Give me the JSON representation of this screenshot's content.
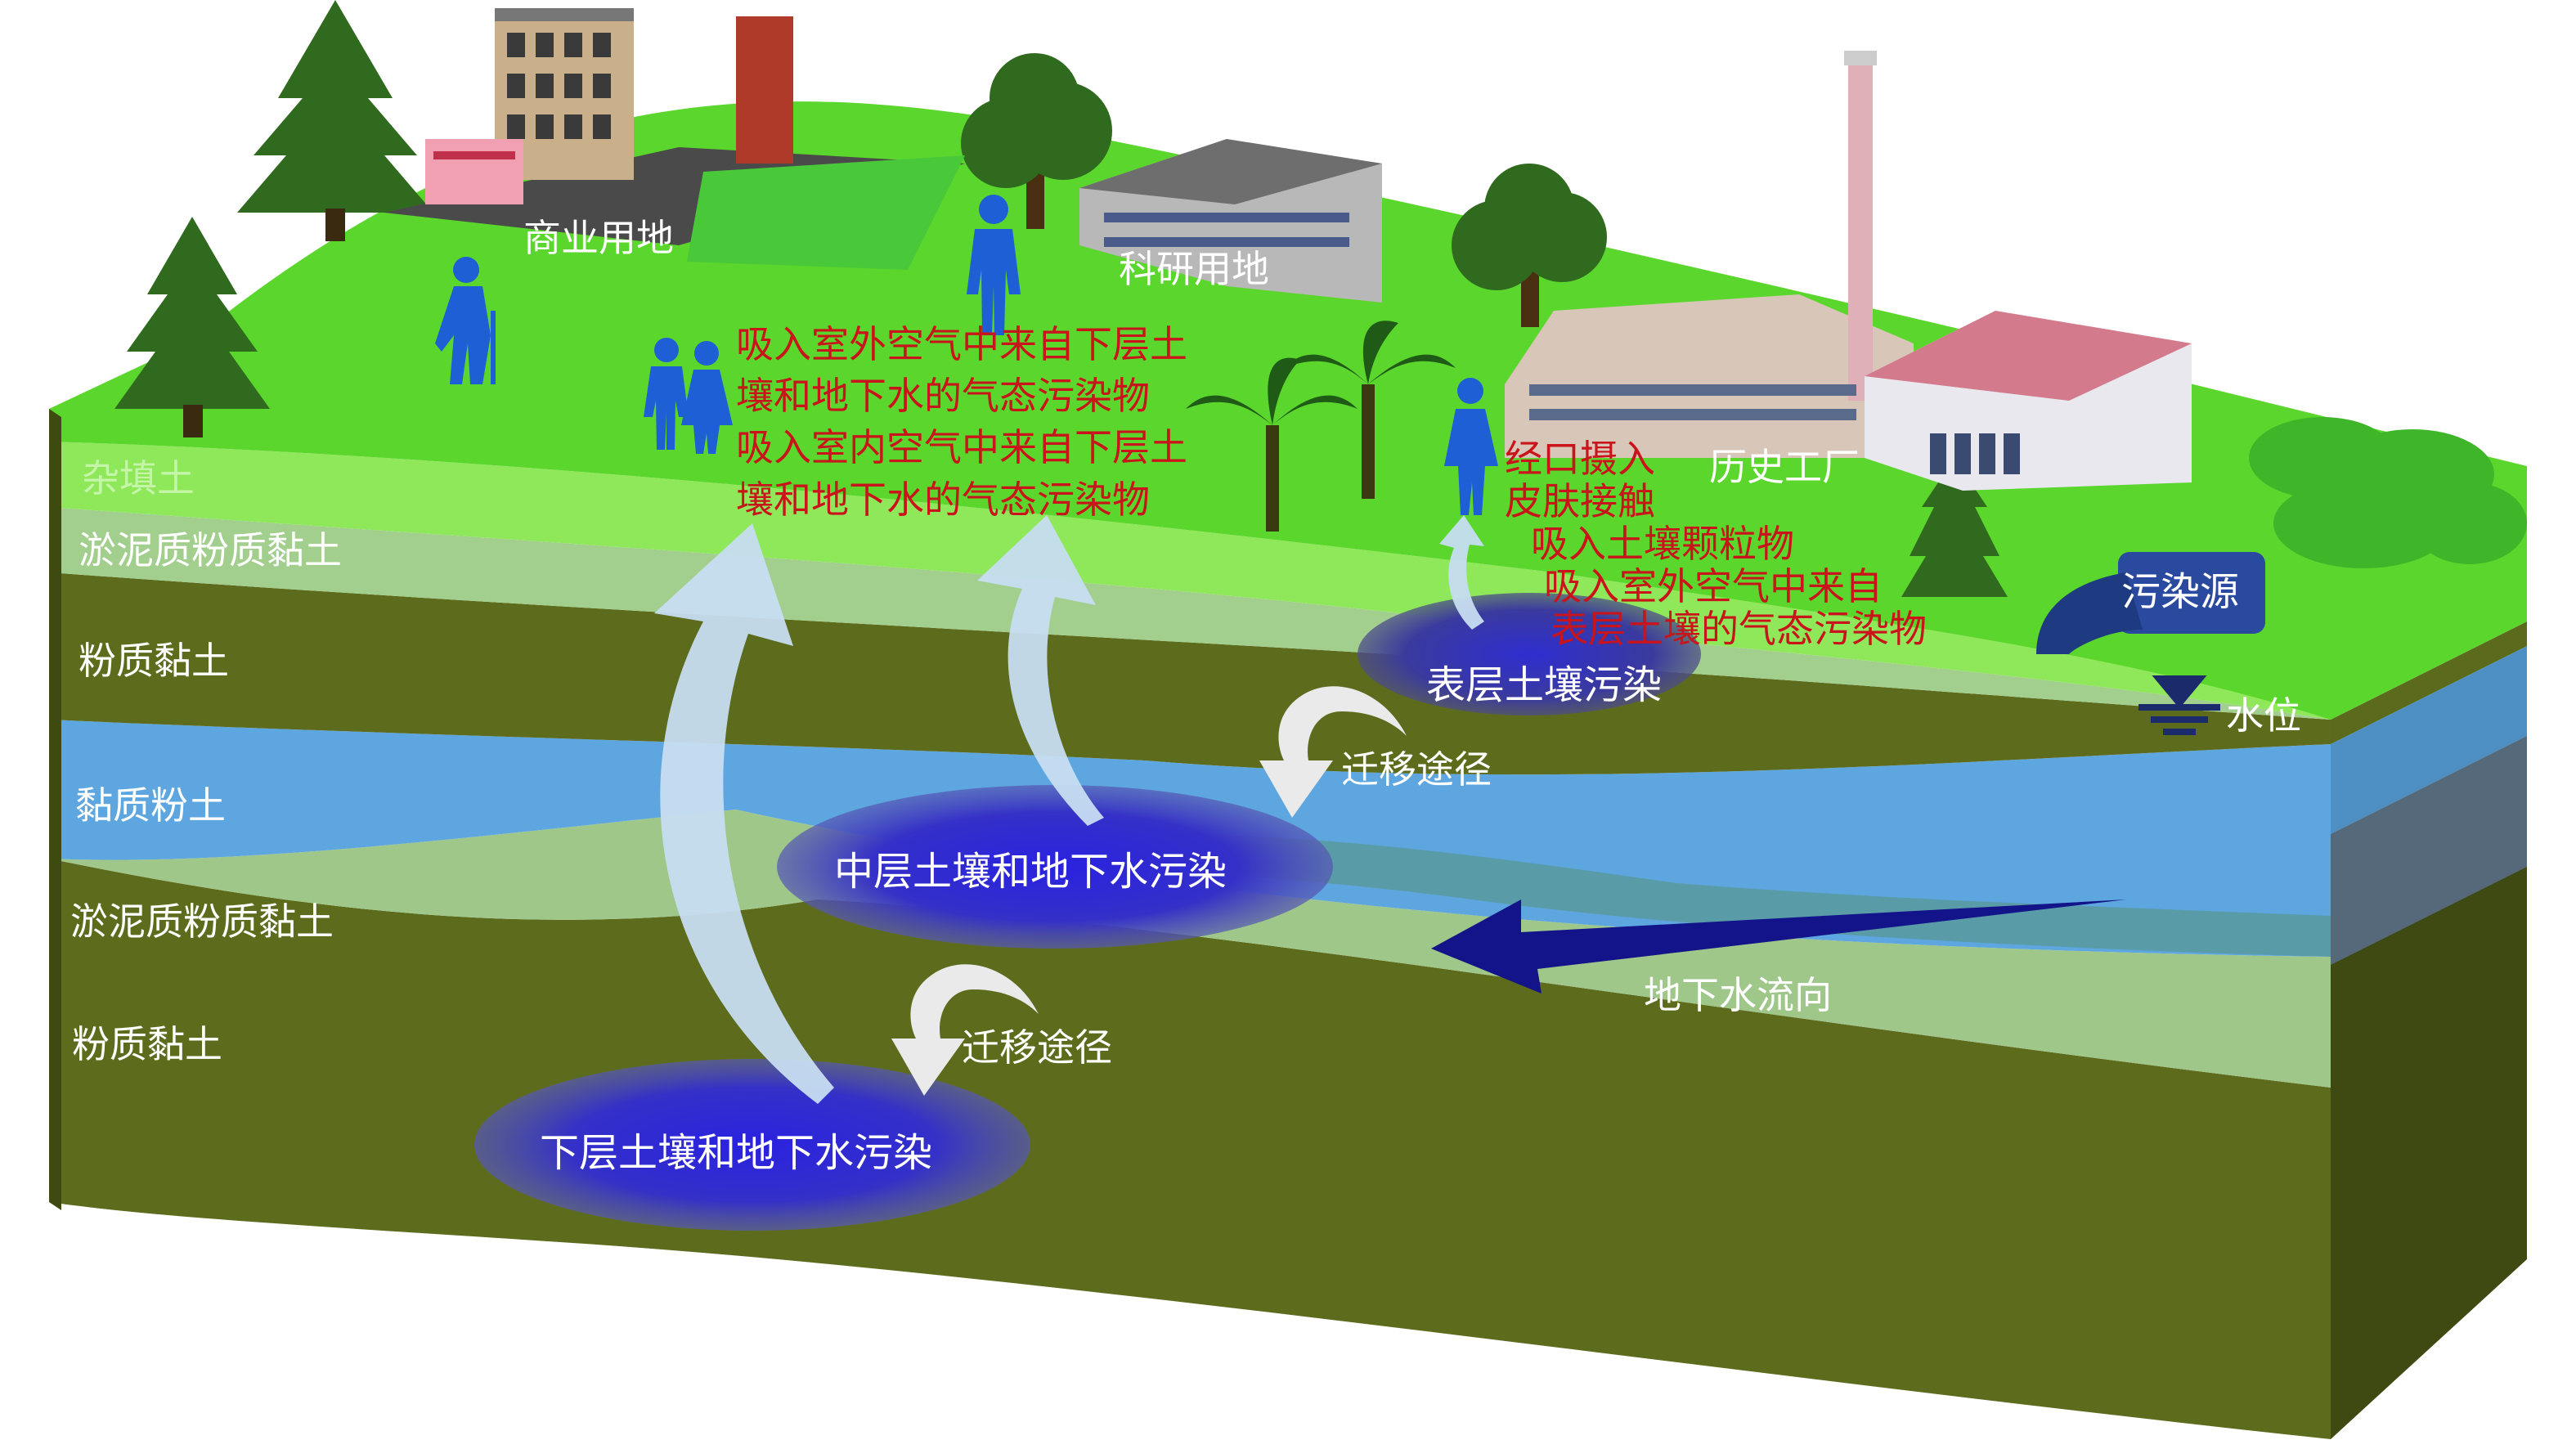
{
  "layers": [
    {
      "key": "fill",
      "label": "杂填土"
    },
    {
      "key": "silty_clay_1",
      "label": "淤泥质粉质黏土"
    },
    {
      "key": "clay_1",
      "label": "粉质黏土"
    },
    {
      "key": "silt",
      "label": "黏质粉土"
    },
    {
      "key": "silty_clay_2",
      "label": "淤泥质粉质黏土"
    },
    {
      "key": "clay_2",
      "label": "粉质黏土"
    }
  ],
  "land_use": {
    "commercial": "商业用地",
    "research": "科研用地",
    "factory": "历史工厂"
  },
  "exposure": {
    "outdoor_1": "吸入室外空气中来自下层土",
    "outdoor_2": "壤和地下水的气态污染物",
    "indoor_1": "吸入室内空气中来自下层土",
    "indoor_2": "壤和地下水的气态污染物",
    "oral": "经口摄入",
    "skin": "皮肤接触",
    "particles": "吸入土壤颗粒物",
    "surface_air_1": "吸入室外空气中来自",
    "surface_air_2": "表层土壤的气态污染物"
  },
  "contamination": {
    "surface": "表层土壤污染",
    "middle": "中层土壤和地下水污染",
    "lower": "下层土壤和地下水污染"
  },
  "pathways": {
    "upper": "迁移途径",
    "lower": "迁移途径"
  },
  "groundwater_flow": "地下水流向",
  "source": "污染源",
  "water_level": "水位",
  "colors": {
    "grass": "#5bd62c",
    "fill_soil": "#8ee85a",
    "silty_clay": "#a3cf8e",
    "clay": "#5d6b1c",
    "silt_water": "#5ea6df",
    "plume": "#2f2fd6",
    "arrow_light": "#c7ddf1",
    "flow_arrow": "#14148a",
    "exposure_text": "#c8141a"
  }
}
